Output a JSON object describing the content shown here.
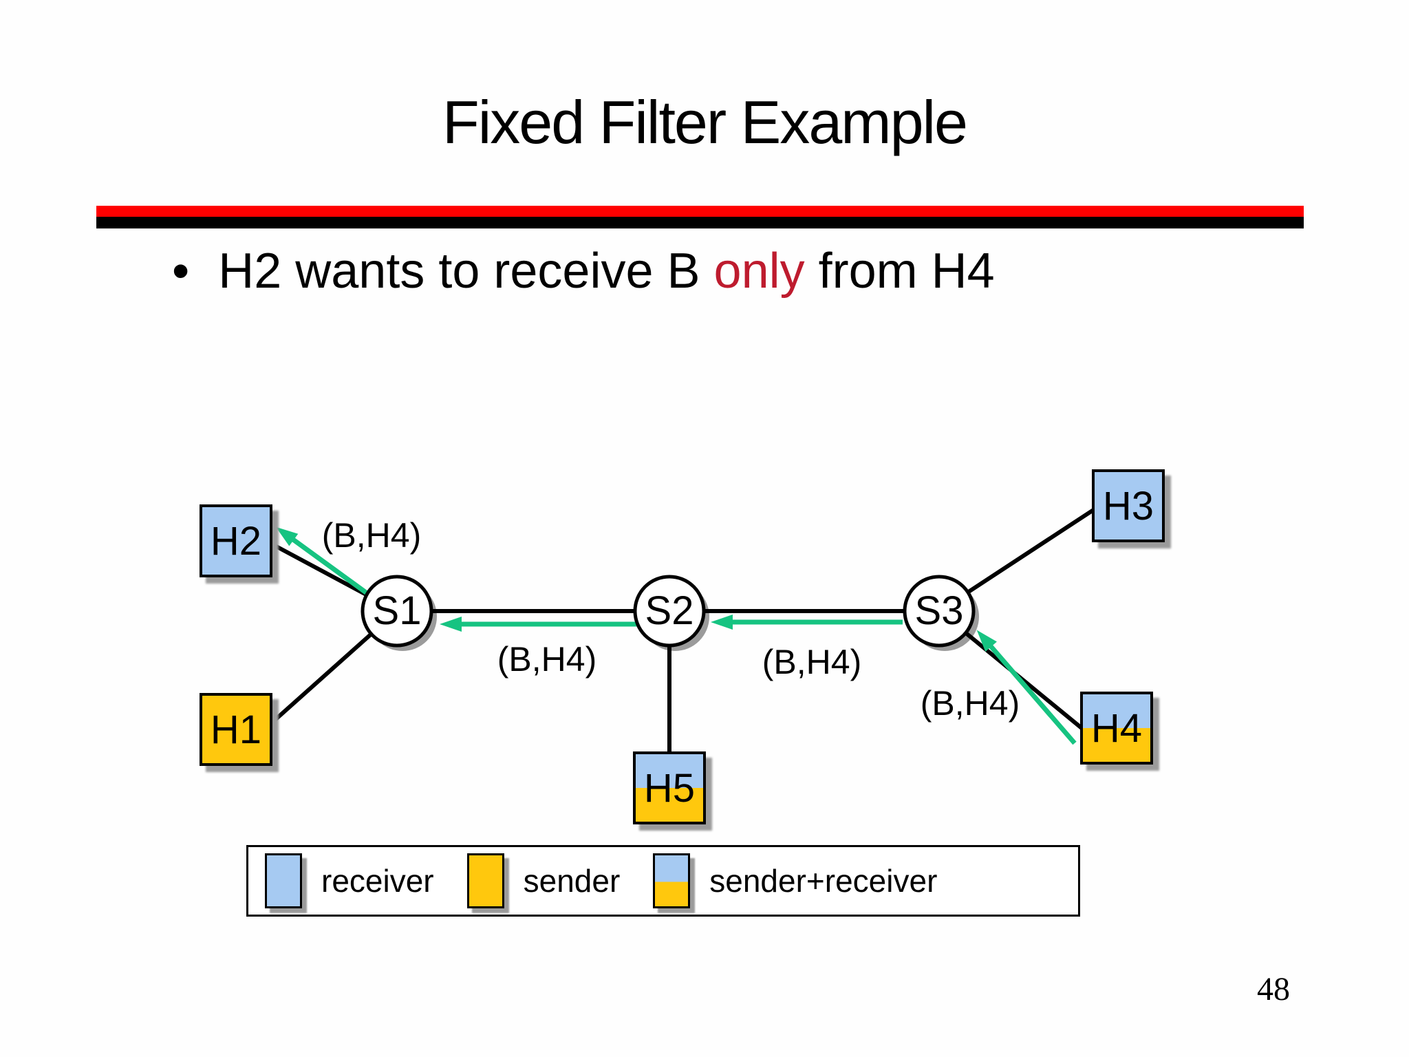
{
  "slide": {
    "title": "Fixed Filter Example",
    "page_number": "48",
    "bullet": {
      "marker": "•",
      "text_before": "H2 wants to receive B ",
      "text_highlight": "only",
      "text_after": " from H4"
    }
  },
  "colors": {
    "receiver_blue": "#a6caf2",
    "sender_yellow": "#ffc80d",
    "reservation_green": "#16c381",
    "rule_red": "#ff0000",
    "rule_black": "#000000",
    "highlight_red": "#be1b2e",
    "shadow_gray": "#9b9b9b"
  },
  "diagram": {
    "switches": [
      {
        "label": "S1"
      },
      {
        "label": "S2"
      },
      {
        "label": "S3"
      }
    ],
    "hosts": [
      {
        "label": "H1",
        "role": "sender"
      },
      {
        "label": "H2",
        "role": "receiver"
      },
      {
        "label": "H3",
        "role": "receiver"
      },
      {
        "label": "H4",
        "role": "sender+receiver"
      },
      {
        "label": "H5",
        "role": "sender+receiver"
      }
    ],
    "reservation_labels": [
      {
        "edge": "S1 to H2",
        "label": "(B,H4)"
      },
      {
        "edge": "S2 to S1",
        "label": "(B,H4)"
      },
      {
        "edge": "S3 to S2",
        "label": "(B,H4)"
      },
      {
        "edge": "H4 to S3",
        "label": "(B,H4)"
      }
    ]
  },
  "legend": {
    "items": [
      {
        "label": "receiver"
      },
      {
        "label": "sender"
      },
      {
        "label": "sender+receiver"
      }
    ]
  }
}
